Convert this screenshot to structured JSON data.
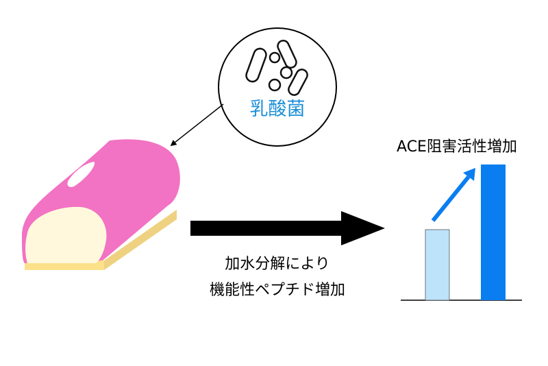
{
  "bacteria_label": "乳酸菌",
  "process_label_line1": "加水分解により",
  "process_label_line2": "機能性ペプチド増加",
  "result_label": "ACE阻害活性増加",
  "colors": {
    "bacteria_text": "#1a8fd8",
    "kamaboko_pink": "#f272c3",
    "kamaboko_inner": "#fff8dc",
    "board": "#fde08a",
    "bar_before": "#bde3fb",
    "bar_after": "#0a7ef0",
    "trend_arrow": "#0a7ef0"
  },
  "bar_levels": {
    "before": 0.52,
    "after": 1.0
  }
}
